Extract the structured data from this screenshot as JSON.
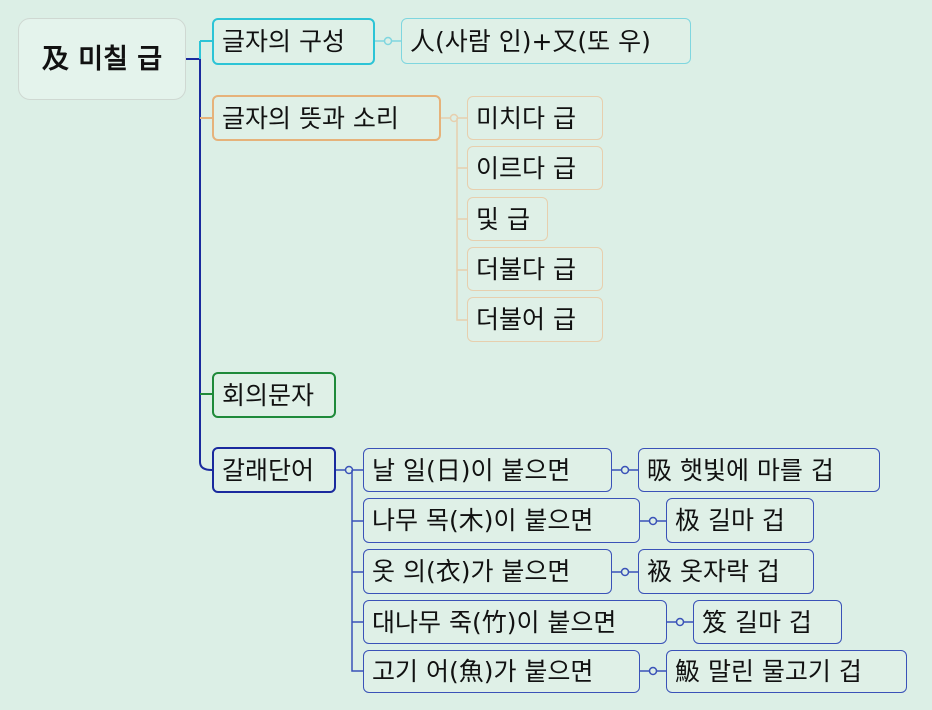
{
  "root": "及 미칠 급",
  "branches": {
    "composition": {
      "label": "글자의 구성",
      "child": "人(사람 인)+又(또 우)"
    },
    "meaning": {
      "label": "글자의 뜻과 소리",
      "children": [
        "미치다 급",
        "이르다 급",
        "및 급",
        "더불다 급",
        "더불어 급"
      ]
    },
    "type": {
      "label": "회의문자"
    },
    "derived": {
      "label": "갈래단어",
      "items": [
        {
          "condition": "날 일(日)이 붙으면",
          "result": "昅 햇빛에 마를 겁"
        },
        {
          "condition": "나무 목(木)이 붙으면",
          "result": "极 길마 겁"
        },
        {
          "condition": "옷 의(衣)가 붙으면",
          "result": "衱 옷자락 겁"
        },
        {
          "condition": "대나무 죽(竹)이 붙으면",
          "result": "笈 길마 겁"
        },
        {
          "condition": "고기 어(魚)가 붙으면",
          "result": "魥 말린 물고기 겁"
        }
      ]
    }
  },
  "colors": {
    "background": "#dcefe6",
    "main_line": "#1a2a9e",
    "composition": "#2cc4d6",
    "meaning": "#e6b27a",
    "type": "#1f8a3a",
    "derived": "#1a2a9e"
  }
}
